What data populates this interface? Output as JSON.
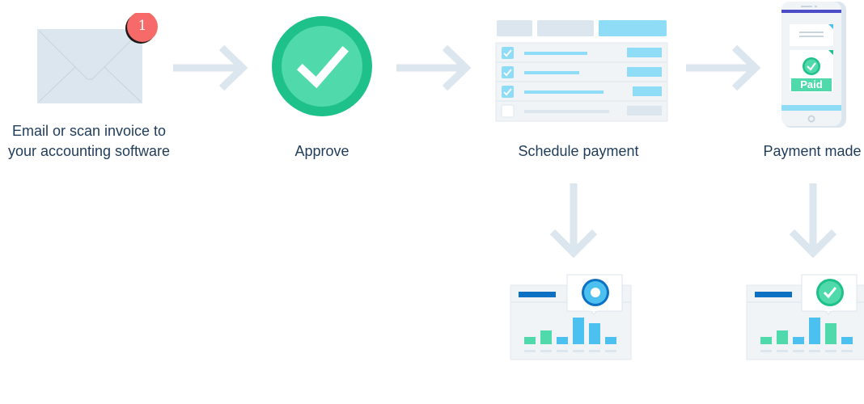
{
  "diagram": {
    "steps": [
      {
        "label_line1": "Email or scan invoice to",
        "label_line2": "your accounting software",
        "icon": "envelope-icon",
        "badge": "1"
      },
      {
        "label": "Approve",
        "icon": "check-circle-icon"
      },
      {
        "label": "Schedule payment",
        "icon": "payment-schedule-list-icon"
      },
      {
        "label": "Payment made",
        "icon": "phone-paid-icon",
        "status_text": "Paid"
      }
    ],
    "outcomes": [
      {
        "icon": "dashboard-pending-icon",
        "marker": "circle-dot-icon"
      },
      {
        "icon": "dashboard-complete-icon",
        "marker": "check-circle-icon"
      }
    ],
    "colors": {
      "text": "#1f3c5a",
      "arrow": "#dce6ee",
      "envelope": "#dce6ee",
      "badge": "#f76a6a",
      "green": "#1fc18b",
      "green_light": "#50d9ab",
      "blue": "#4cc0ee",
      "blue_light": "#8edcf5",
      "dark_blue": "#0c71c3",
      "panel": "#f1f4f7",
      "purple": "#4e4dc8"
    }
  }
}
